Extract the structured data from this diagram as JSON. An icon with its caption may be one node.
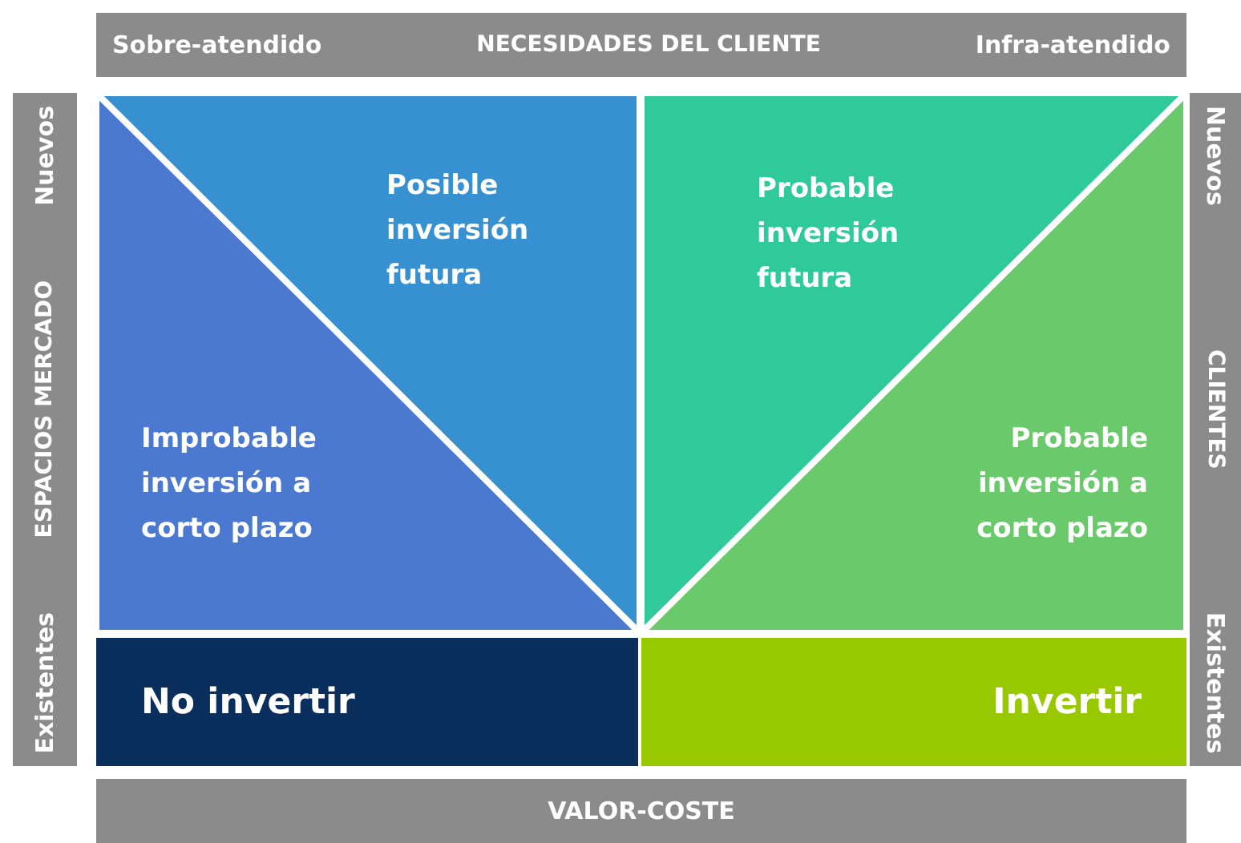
{
  "diagram": {
    "nodes": [
      {
        "text": [
          "Sobre-atendido",
          "NECESIDADES DEL CLIENTE",
          "Infra-atendido"
        ]
      },
      {
        "text": [
          "Nuevos",
          "ESPACIOS MERCADO",
          "Existentes"
        ]
      },
      {
        "text": [
          "Nuevos",
          "CLIENTES",
          "Existentes"
        ]
      },
      {
        "text": [
          "Posible inversión futura"
        ]
      },
      {
        "text": [
          "Improbable inversión a corto plazo"
        ]
      },
      {
        "text": [
          "Probable inversión futura"
        ]
      },
      {
        "text": [
          "Probable inversión a corto plazo"
        ]
      },
      {
        "text": [
          "No invertir"
        ]
      },
      {
        "text": [
          "Invertir"
        ]
      },
      {
        "text": [
          "VALOR-COSTE"
        ]
      }
    ]
  }
}
